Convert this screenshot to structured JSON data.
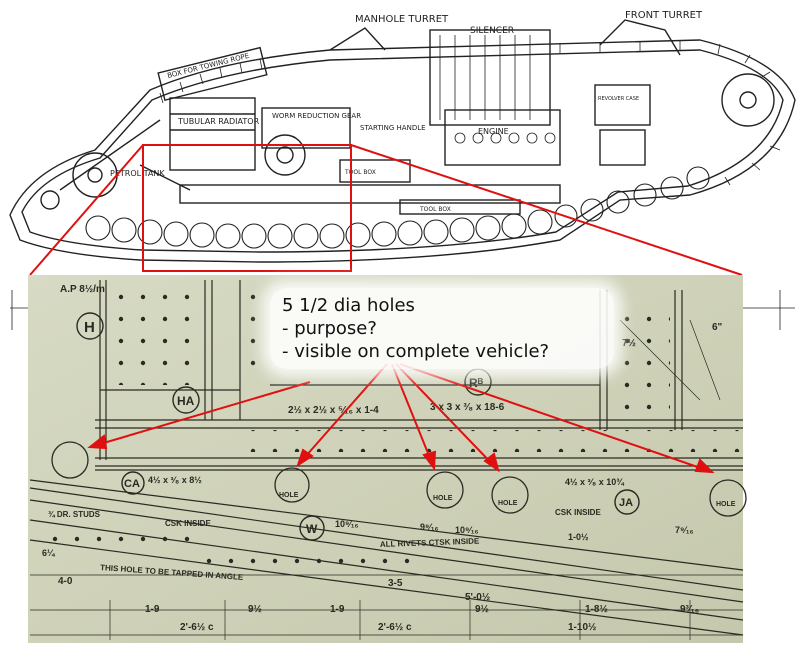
{
  "callout": {
    "title": "5 1/2 dia holes",
    "line1": "- purpose?",
    "line2": "- visible on complete vehicle?"
  },
  "drawing_labels": {
    "manhole_turret": "MANHOLE TURRET",
    "silencer": "SILENCER",
    "front_turret": "FRONT TURRET",
    "towing_rope": "BOX FOR TOWING ROPE",
    "tubular_radiator": "TUBULAR RADIATOR",
    "worm_reduction_gear": "WORM REDUCTION GEAR",
    "starting_handle": "STARTING HANDLE",
    "engine": "ENGINE",
    "petrol_tank": "PETROL TANK",
    "tool_box": "TOOL BOX",
    "tool_box_2": "TOOL BOX",
    "revolver_case": "REVOLVER CASE"
  },
  "blueprint_labels": {
    "ap": "A.P 8½/m",
    "h": "H",
    "ha": "HA",
    "rb": "Rᴮ",
    "ca": "CA",
    "ja": "JA",
    "w": "W",
    "angle_1": "2½ x 2½ x ⁵⁄₁₆ x 1-4",
    "angle_2": "3 x 3 x ³⁄₈ x 18-6",
    "plate_1": "4½ x ³⁄₈ x 8½",
    "plate_2": "4½ x ³⁄₈ x 10¾",
    "csk_inside_1": "CSK INSIDE",
    "csk_inside_2": "CSK INSIDE",
    "dr_studs": "¾ DR. STUDS",
    "all_rivets": "ALL RIVETS CTSK INSIDE",
    "tapped_hole": "THIS HOLE TO BE TAPPED IN ANGLE",
    "hole": "HOLE",
    "dim_4_0": "4-0",
    "dim_3_5": "3-5",
    "dim_1_9a": "1-9",
    "dim_9_5a": "9½",
    "dim_1_9b": "1-9",
    "dim_5_0": "5'-0½",
    "dim_9_5b": "9½",
    "dim_1_8": "1-8½",
    "dim_9_16": "9³⁄₁₆",
    "dim_2_6": "2'-6½ c",
    "dim_2_6b": "2'-6½ c",
    "dim_1_10": "1-10½",
    "dim_7_5": "7½",
    "dim_6": "6\"",
    "dim_10_9": "10⁹⁄₁₆",
    "dim_9_16b": "9⁹⁄₁₆",
    "dim_10_16": "10⁹⁄₁₆",
    "dim_1_0": "1-0½",
    "dim_7_16": "7⁹⁄₁₆",
    "dim_6_4": "6¼"
  },
  "colors": {
    "highlight": "#e01010",
    "paper": "#d5d8c0",
    "ink": "#1e1e1a"
  }
}
